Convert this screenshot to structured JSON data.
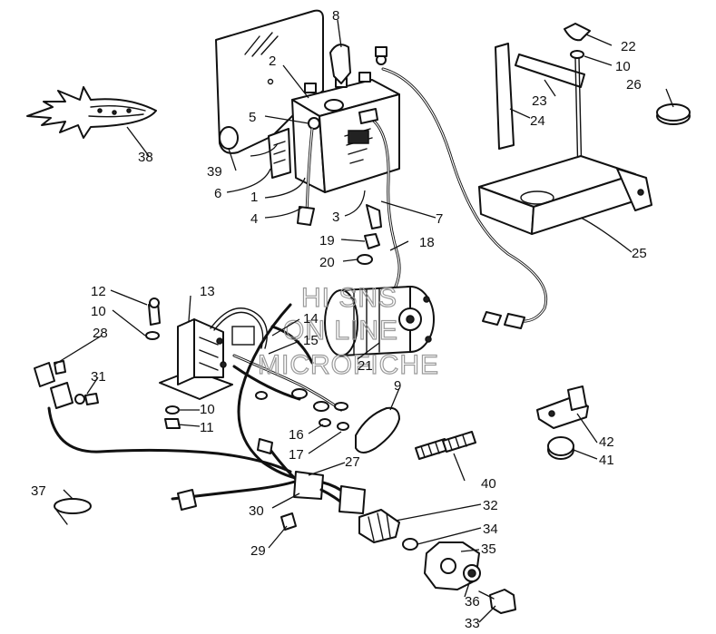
{
  "diagram": {
    "callouts": [
      "1",
      "2",
      "3",
      "4",
      "5",
      "6",
      "7",
      "8",
      "9",
      "10",
      "10",
      "10",
      "11",
      "12",
      "13",
      "14",
      "15",
      "16",
      "17",
      "18",
      "19",
      "20",
      "21",
      "22",
      "23",
      "24",
      "25",
      "26",
      "27",
      "28",
      "29",
      "30",
      "31",
      "32",
      "33",
      "34",
      "35",
      "36",
      "37",
      "38",
      "39",
      "40",
      "41",
      "42"
    ],
    "watermark": [
      "HI SNS",
      "ON LINE",
      "MICROFICHE"
    ]
  }
}
